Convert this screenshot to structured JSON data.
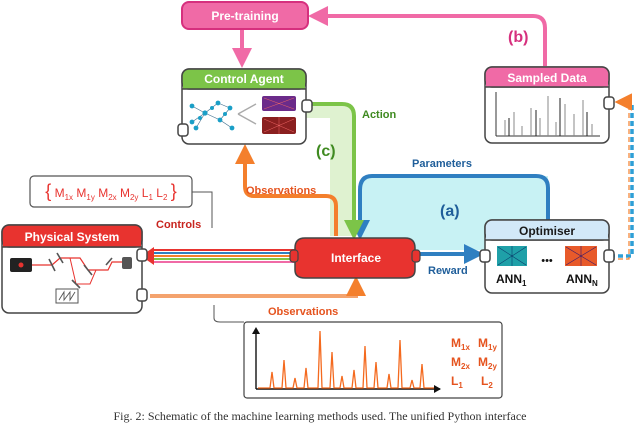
{
  "boxes": {
    "pretraining": "Pre-training",
    "control_agent": "Control Agent",
    "sampled_data": "Sampled Data",
    "physical_system": "Physical System",
    "interface": "Interface",
    "optimiser": "Optimiser"
  },
  "arrows": {
    "action": "Action",
    "observations_agent": "Observations",
    "observations_system": "Observations",
    "controls": "Controls",
    "parameters": "Parameters",
    "reward": "Reward"
  },
  "loop_labels": {
    "a": "(a)",
    "b": "(b)",
    "c": "(c)"
  },
  "ann": {
    "first": "ANN",
    "first_sub": "1",
    "dots": "•••",
    "last": "ANN",
    "last_sub": "N"
  },
  "control_set": {
    "open": "{",
    "close": "}",
    "terms": [
      {
        "base": "M",
        "sub": "1x"
      },
      {
        "base": "M",
        "sub": "1y"
      },
      {
        "base": "M",
        "sub": "2x"
      },
      {
        "base": "M",
        "sub": "2y"
      },
      {
        "base": "L",
        "sub": "1"
      },
      {
        "base": "L",
        "sub": "2"
      }
    ]
  },
  "spectrum_legend": [
    {
      "base": "M",
      "sub": "1x"
    },
    {
      "base": "M",
      "sub": "1y"
    },
    {
      "base": "M",
      "sub": "2x"
    },
    {
      "base": "M",
      "sub": "2y"
    },
    {
      "base": "L",
      "sub": "1"
    },
    {
      "base": "L",
      "sub": "2"
    }
  ],
  "caption": "Fig. 2: Schematic of the machine learning methods used. The unified Python interface",
  "colors": {
    "pink": "#f06aa6",
    "pink_fill": "#fde1ee",
    "green": "#7cc448",
    "green_fill": "#dff2d0",
    "red": "#e8332f",
    "orange": "#f47f2c",
    "cyan_fill": "#c8f2f4",
    "blue": "#2f7fc1",
    "blue_light": "#d2e8f8",
    "frame": "#555555",
    "spectrum": "#f46a1f"
  }
}
